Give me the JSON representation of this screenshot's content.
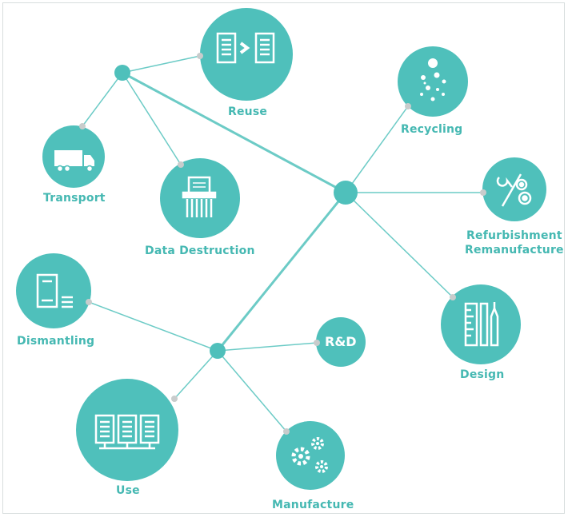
{
  "colors": {
    "accent": "#4fc0bb",
    "line": "#6ccbc6",
    "dot": "#c8cccc",
    "label": "#45b8b2"
  },
  "nodes": [
    {
      "id": "reuse",
      "label": "Reuse",
      "icon": "server-transfer-icon"
    },
    {
      "id": "recycling",
      "label": "Recycling",
      "icon": "particles-icon"
    },
    {
      "id": "transport",
      "label": "Transport",
      "icon": "truck-icon"
    },
    {
      "id": "data-destruction",
      "label": "Data Destruction",
      "icon": "shredder-icon"
    },
    {
      "id": "refurbishment",
      "label": "Refurbishment\nRemanufacture",
      "icon": "tools-gears-icon"
    },
    {
      "id": "dismantling",
      "label": "Dismantling",
      "icon": "server-parts-icon"
    },
    {
      "id": "rnd",
      "label": "R&D",
      "icon": "rnd-text-icon"
    },
    {
      "id": "design",
      "label": "Design",
      "icon": "ruler-pencil-icon"
    },
    {
      "id": "use",
      "label": "Use",
      "icon": "server-rack-icon"
    },
    {
      "id": "manufacture",
      "label": "Manufacture",
      "icon": "gears-icon"
    }
  ]
}
